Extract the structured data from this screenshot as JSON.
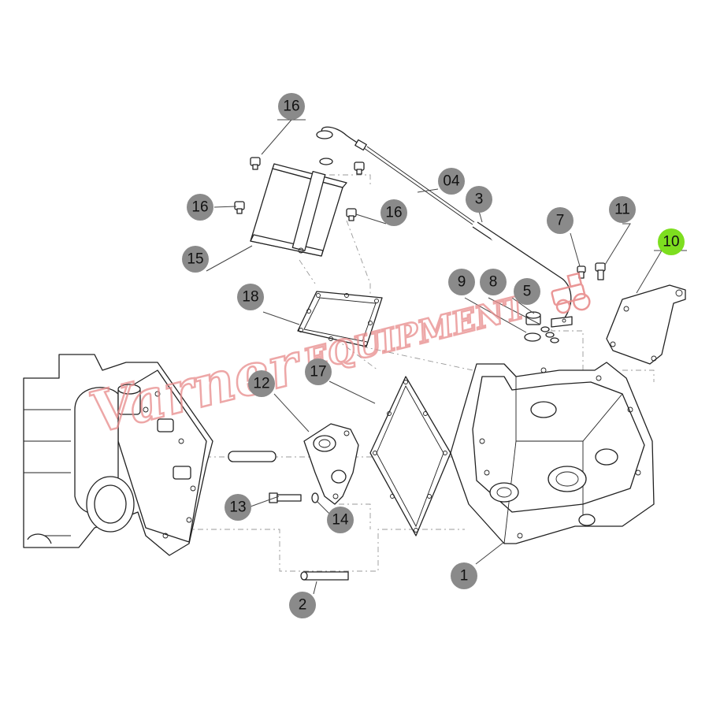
{
  "diagram": {
    "callouts": [
      {
        "id": "c16a",
        "label": "16"
      },
      {
        "id": "c16b",
        "label": "16"
      },
      {
        "id": "c16c",
        "label": "16"
      },
      {
        "id": "c04",
        "label": "04"
      },
      {
        "id": "c3",
        "label": "3"
      },
      {
        "id": "c7",
        "label": "7"
      },
      {
        "id": "c11",
        "label": "11"
      },
      {
        "id": "c10",
        "label": "10",
        "highlight": true
      },
      {
        "id": "c15",
        "label": "15"
      },
      {
        "id": "c9",
        "label": "9"
      },
      {
        "id": "c8",
        "label": "8"
      },
      {
        "id": "c5",
        "label": "5"
      },
      {
        "id": "c18",
        "label": "18"
      },
      {
        "id": "c12",
        "label": "12"
      },
      {
        "id": "c17",
        "label": "17"
      },
      {
        "id": "c13",
        "label": "13"
      },
      {
        "id": "c14",
        "label": "14"
      },
      {
        "id": "c1",
        "label": "1"
      },
      {
        "id": "c2",
        "label": "2"
      }
    ],
    "colors": {
      "callout_fill": "#8a8a8a",
      "callout_highlight": "#7dde1f",
      "line": "#222222",
      "watermark": "#e88c8c"
    }
  },
  "watermark": {
    "script": "Varner",
    "block": "EQUIPMENT"
  }
}
